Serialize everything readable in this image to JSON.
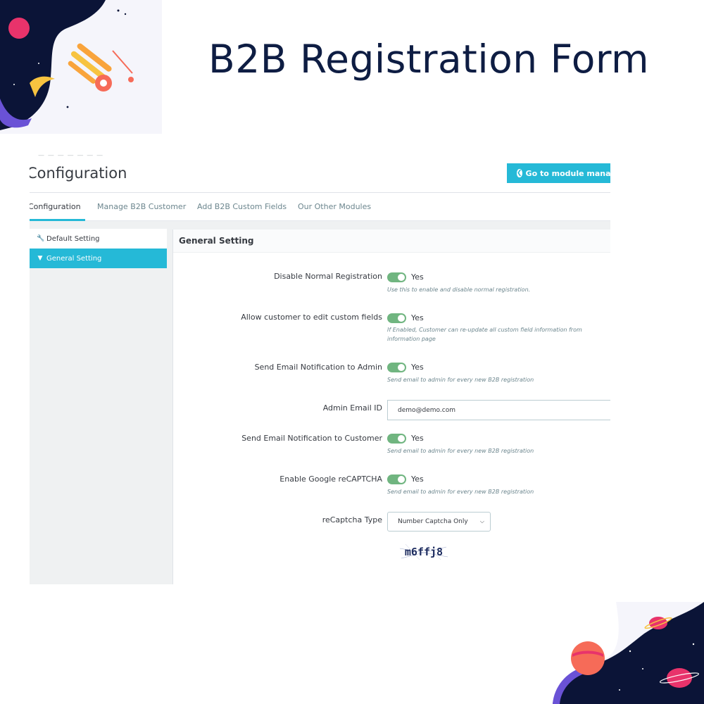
{
  "hero": {
    "title": "B2B Registration Form"
  },
  "header": {
    "page_title": "Configuration",
    "manager_button": "Go to module manager"
  },
  "tabs": [
    {
      "label": "Configuration",
      "active": true
    },
    {
      "label": "Manage B2B Customer",
      "active": false
    },
    {
      "label": "Add B2B Custom Fields",
      "active": false
    },
    {
      "label": "Our Other Modules",
      "active": false
    }
  ],
  "sidebar": {
    "items": [
      {
        "label": "Default Setting",
        "icon": "wrench-icon"
      },
      {
        "label": "General Setting",
        "icon": "filter-icon",
        "active": true
      }
    ]
  },
  "panel": {
    "title": "General Setting",
    "rows": [
      {
        "label": "Disable Normal Registration",
        "value": "Yes",
        "help": "Use this to enable and disable normal registration."
      },
      {
        "label": "Allow customer to edit custom fields",
        "value": "Yes",
        "help": "If Enabled, Customer can re-update all custom field information from information page"
      },
      {
        "label": "Send Email Notification to Admin",
        "value": "Yes",
        "help": "Send email to admin for every new B2B registration"
      },
      {
        "label": "Send Email Notification to Customer",
        "value": "Yes",
        "help": "Send email to admin for every new B2B registration"
      },
      {
        "label": "Enable Google reCAPTCHA",
        "value": "Yes",
        "help": "Send email to admin for every new B2B registration"
      }
    ],
    "admin_email": {
      "label": "Admin Email ID",
      "value": "demo@demo.com"
    },
    "captcha_type": {
      "label": "reCaptcha Type",
      "value": "Number Captcha Only"
    },
    "captcha_text": "m6ffj8"
  },
  "colors": {
    "accent": "#25b9d7",
    "toggle_on": "#70b580",
    "title": "#0e1d43"
  }
}
